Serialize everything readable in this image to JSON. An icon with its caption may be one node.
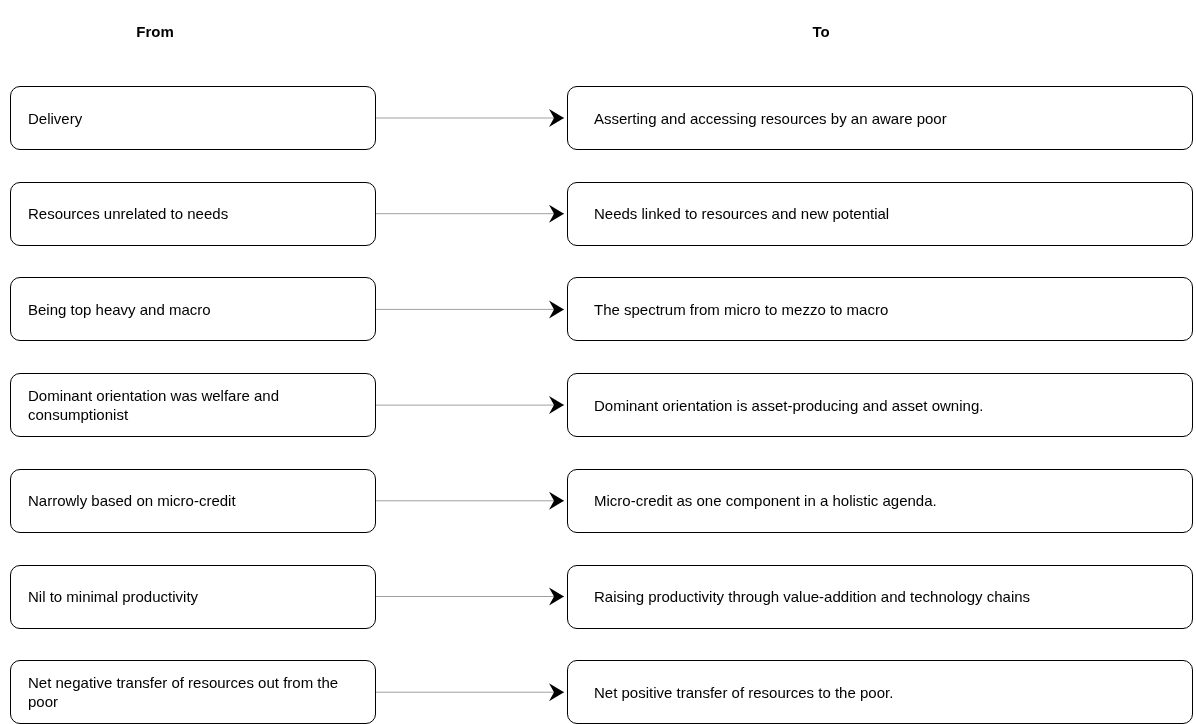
{
  "diagram": {
    "nodes": [
      {
        "text": [
          "Delivery"
        ]
      },
      {
        "text": [
          "Asserting and accessing resources by an aware poor"
        ]
      },
      {
        "text": [
          "Resources unrelated to needs"
        ]
      },
      {
        "text": [
          "Needs linked to resources and new potential"
        ]
      },
      {
        "text": [
          "Being top heavy and macro"
        ]
      },
      {
        "text": [
          "The spectrum from micro to mezzo to macro"
        ]
      },
      {
        "text": [
          "Dominant orientation was welfare and consumptionist"
        ]
      },
      {
        "text": [
          "Dominant orientation is asset-producing and asset owning."
        ]
      },
      {
        "text": [
          "Narrowly based on micro-credit"
        ]
      },
      {
        "text": [
          "Micro-credit as one component in a holistic agenda."
        ]
      },
      {
        "text": [
          "Nil to minimal productivity"
        ]
      },
      {
        "text": [
          "Raising productivity through value-addition and technology chains"
        ]
      },
      {
        "text": [
          "Net negative transfer of resources out from the poor"
        ]
      },
      {
        "text": [
          "Net positive transfer of resources to the poor."
        ]
      }
    ],
    "edges": [
      {
        "from": 0,
        "to": 1,
        "arrow": "to"
      },
      {
        "from": 2,
        "to": 3,
        "arrow": "to"
      },
      {
        "from": 4,
        "to": 5,
        "arrow": "to"
      },
      {
        "from": 6,
        "to": 7,
        "arrow": "to"
      },
      {
        "from": 8,
        "to": 9,
        "arrow": "to"
      },
      {
        "from": 10,
        "to": 11,
        "arrow": "to"
      },
      {
        "from": 12,
        "to": 13,
        "arrow": "to"
      }
    ],
    "labels": [
      "From",
      "To"
    ]
  }
}
